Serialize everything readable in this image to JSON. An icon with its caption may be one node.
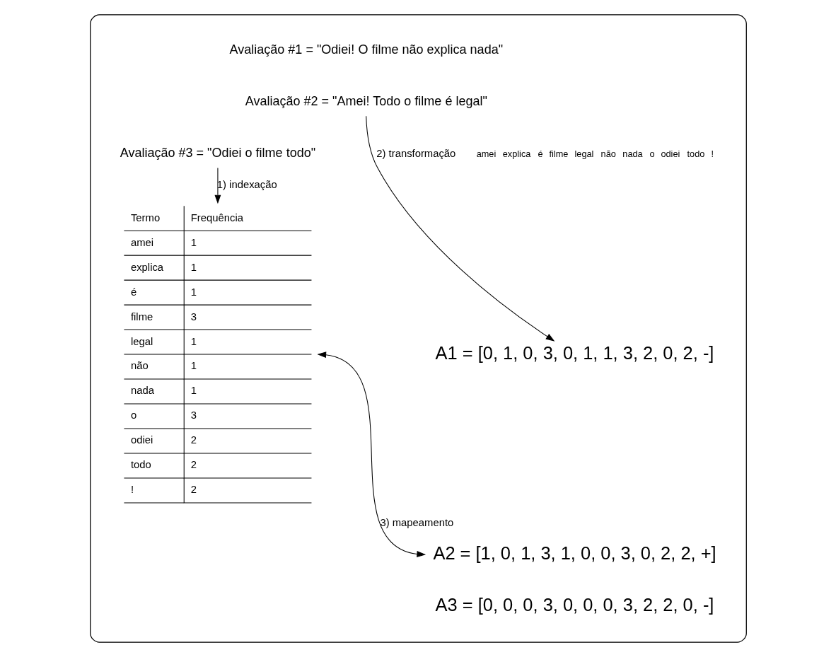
{
  "diagram": {
    "nodes": [
      {
        "text": [],
        "shape": "box"
      },
      {
        "text": [
          "Avaliação #1 = \"Odiei! O filme não explica nada\""
        ],
        "in": 0
      },
      {
        "text": [
          "Avaliação #2 = \"Amei! Todo o filme é legal\""
        ],
        "in": 0
      },
      {
        "text": [
          "Avaliação #3 = \"Odiei o filme todo\""
        ],
        "in": 0
      },
      {
        "text": [
          "Termo",
          "Frequência",
          "amei",
          "1",
          "explica",
          "1",
          "é",
          "1",
          "filme",
          "3",
          "legal",
          "1",
          "não",
          "1",
          "nada",
          "1",
          "o",
          "3",
          "odiei",
          "2",
          "todo",
          "2",
          "!",
          "2"
        ],
        "in": 0
      },
      {
        "text": [
          "A1 = [0, 1, 0, 3, 0, 1, 1, 3, 2, 0, 2, -]"
        ],
        "in": 0
      },
      {
        "text": [
          "A2 = [1, 0, 1, 3, 1, 0, 0, 3, 0, 2, 2, +]"
        ],
        "in": 0
      },
      {
        "text": [
          "A3 = [0, 0, 0, 3, 0, 0, 0, 3, 2, 2, 0, -]"
        ],
        "in": 0
      }
    ],
    "edges": [
      {
        "from": 3,
        "to": 4,
        "arrow": "to",
        "label": "1) indexação"
      },
      {
        "from": 2,
        "to": 5,
        "arrow": "to",
        "label": "2) transformação"
      },
      {
        "from": 4,
        "to": 6,
        "arrow": "both",
        "label": "3) mapeamento"
      }
    ],
    "labels": [
      "amei",
      "explica",
      "é",
      "filme",
      "legal",
      "não",
      "nada",
      "o",
      "odiei",
      "todo",
      "!"
    ]
  }
}
